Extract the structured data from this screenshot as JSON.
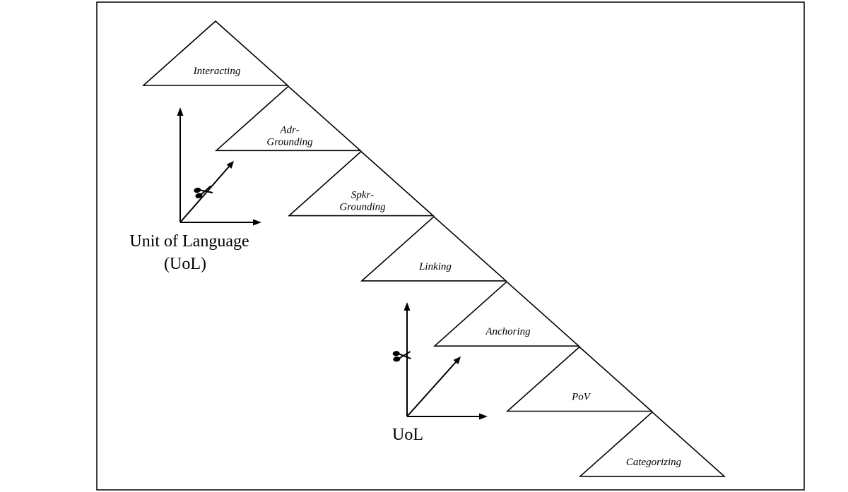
{
  "diagram": {
    "stages": [
      {
        "lines": [
          "Interacting"
        ]
      },
      {
        "lines": [
          "Adr-",
          "Grounding"
        ]
      },
      {
        "lines": [
          "Spkr-",
          "Grounding"
        ]
      },
      {
        "lines": [
          "Linking"
        ]
      },
      {
        "lines": [
          "Anchoring"
        ]
      },
      {
        "lines": [
          "PoV"
        ]
      },
      {
        "lines": [
          "Categorizing"
        ]
      }
    ],
    "axes_top": {
      "label_line1": "Unit of Language",
      "label_line2": "(UoL)",
      "icon": "scissors-icon"
    },
    "axes_bottom": {
      "label": "UoL",
      "icon": "scissors-icon"
    }
  }
}
